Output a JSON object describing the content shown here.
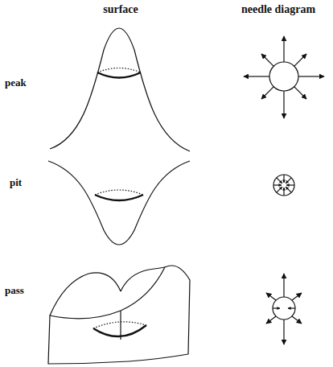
{
  "diagram": {
    "labels": [
      "surface",
      "needle diagram",
      "peak",
      "pit",
      "pass"
    ]
  }
}
